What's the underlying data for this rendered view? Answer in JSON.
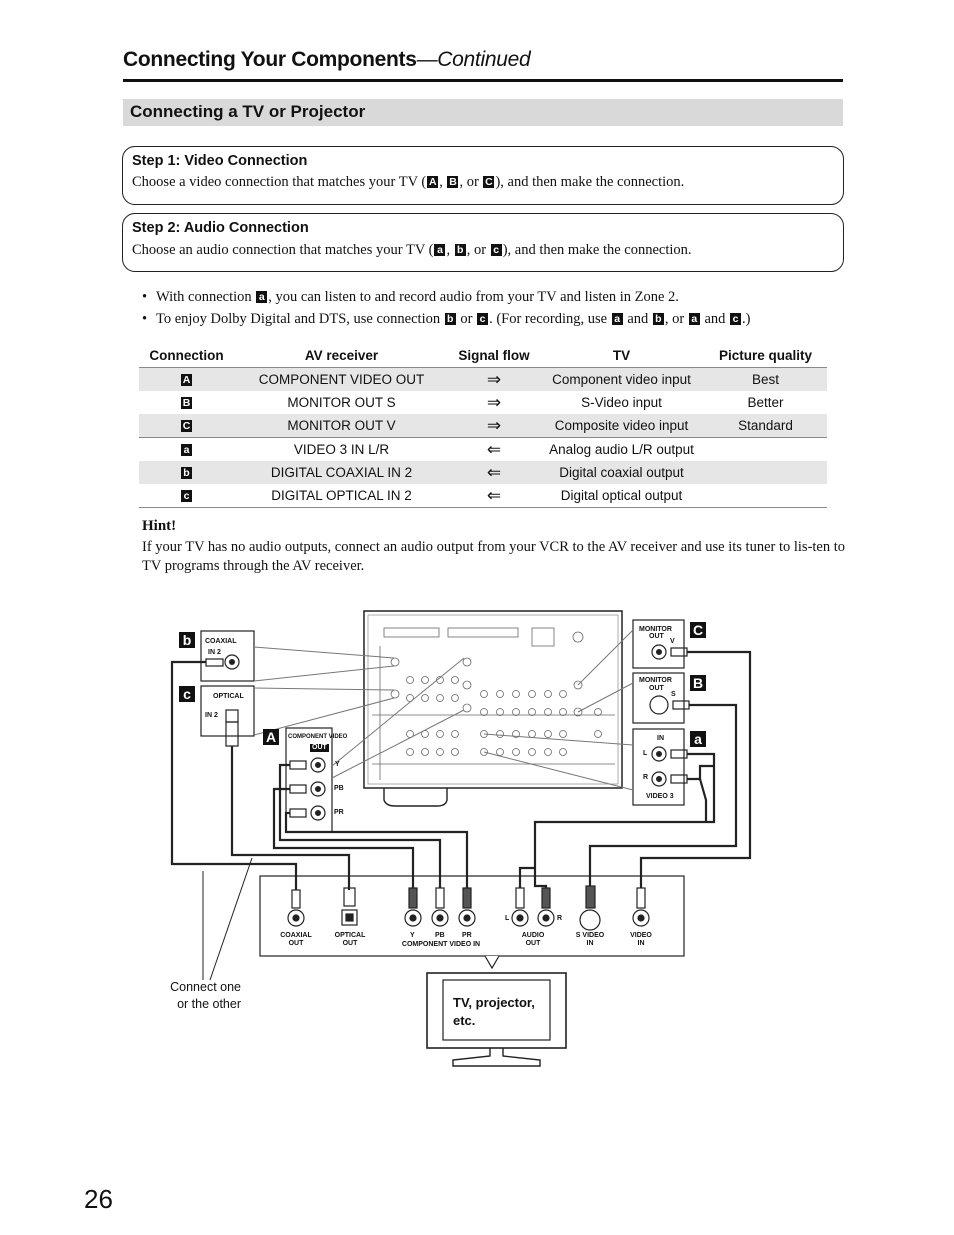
{
  "header": {
    "title": "Connecting Your Components",
    "title_suffix": "—Continued"
  },
  "section": {
    "title": "Connecting a TV or Projector"
  },
  "step1": {
    "heading": "Step 1: Video Connection",
    "pre": "Choose a video connection that matches your TV (",
    "t1": "A",
    "sep1": ", ",
    "t2": "B",
    "sep2": ", or ",
    "t3": "C",
    "post": "), and then make the connection."
  },
  "step2": {
    "heading": "Step 2: Audio Connection",
    "pre": "Choose an audio connection that matches your TV (",
    "t1": "a",
    "sep1": ", ",
    "t2": "b",
    "sep2": ", or ",
    "t3": "c",
    "post": "), and then make the connection."
  },
  "bullet1": {
    "pre": "With connection ",
    "t1": "a",
    "post": ", you can listen to and record audio from your TV and listen in Zone 2."
  },
  "bullet2": {
    "pre": "To enjoy Dolby Digital and DTS, use connection ",
    "t1": "b",
    "m1": " or ",
    "t2": "c",
    "m2": ". (For recording, use ",
    "t3": "a",
    "m3": " and ",
    "t4": "b",
    "m4": ", or ",
    "t5": "a",
    "m5": " and ",
    "t6": "c",
    "post": ".)"
  },
  "table": {
    "headers": [
      "Connection",
      "AV receiver",
      "Signal flow",
      "TV",
      "Picture quality"
    ],
    "rows": [
      {
        "conn": "A",
        "receiver": "COMPONENT VIDEO OUT",
        "flow": "⇒",
        "tv": "Component video input",
        "quality": "Best"
      },
      {
        "conn": "B",
        "receiver": "MONITOR OUT S",
        "flow": "⇒",
        "tv": "S-Video input",
        "quality": "Better"
      },
      {
        "conn": "C",
        "receiver": "MONITOR OUT V",
        "flow": "⇒",
        "tv": "Composite video input",
        "quality": "Standard"
      },
      {
        "conn": "a",
        "receiver": "VIDEO 3 IN L/R",
        "flow": "⇐",
        "tv": "Analog audio L/R output",
        "quality": ""
      },
      {
        "conn": "b",
        "receiver": "DIGITAL COAXIAL IN 2",
        "flow": "⇐",
        "tv": "Digital coaxial output",
        "quality": ""
      },
      {
        "conn": "c",
        "receiver": "DIGITAL OPTICAL IN 2",
        "flow": "⇐",
        "tv": "Digital optical output",
        "quality": ""
      }
    ]
  },
  "hint": {
    "heading": "Hint!",
    "text": "If your TV has no audio outputs, connect an audio output from your VCR to the AV receiver and use its tuner to lis-ten to TV programs through the AV receiver."
  },
  "diagram": {
    "tags": {
      "b": "b",
      "c": "c",
      "A": "A",
      "C": "C",
      "B": "B",
      "a": "a"
    },
    "coaxial_box": {
      "l1": "COAXIAL",
      "l2": "IN 2"
    },
    "optical_box": {
      "l1": "OPTICAL",
      "l2": "IN 2"
    },
    "component_box": {
      "title": "COMPONENT VIDEO",
      "out": "OUT",
      "y": "Y",
      "pb": "PB",
      "pr": "PR"
    },
    "monitor_v": {
      "l1": "MONITOR",
      "l2": "OUT",
      "l3": "V"
    },
    "monitor_s": {
      "l1": "MONITOR",
      "l2": "OUT",
      "l3": "S"
    },
    "video3": {
      "in": "IN",
      "l": "L",
      "r": "R",
      "name": "VIDEO 3"
    },
    "tv_panel": {
      "coax1": "COAXIAL",
      "coax2": "OUT",
      "opt1": "OPTICAL",
      "opt2": "OUT",
      "y": "Y",
      "pb": "PB",
      "pr": "PR",
      "comp": "COMPONENT VIDEO IN",
      "l": "L",
      "r": "R",
      "audio1": "AUDIO",
      "audio2": "OUT",
      "sv1": "S VIDEO",
      "sv2": "IN",
      "vid1": "VIDEO",
      "vid2": "IN"
    },
    "note1": "Connect one",
    "note2": "or the other",
    "tv_label1": "TV, projector,",
    "tv_label2": "etc."
  },
  "page_number": "26"
}
